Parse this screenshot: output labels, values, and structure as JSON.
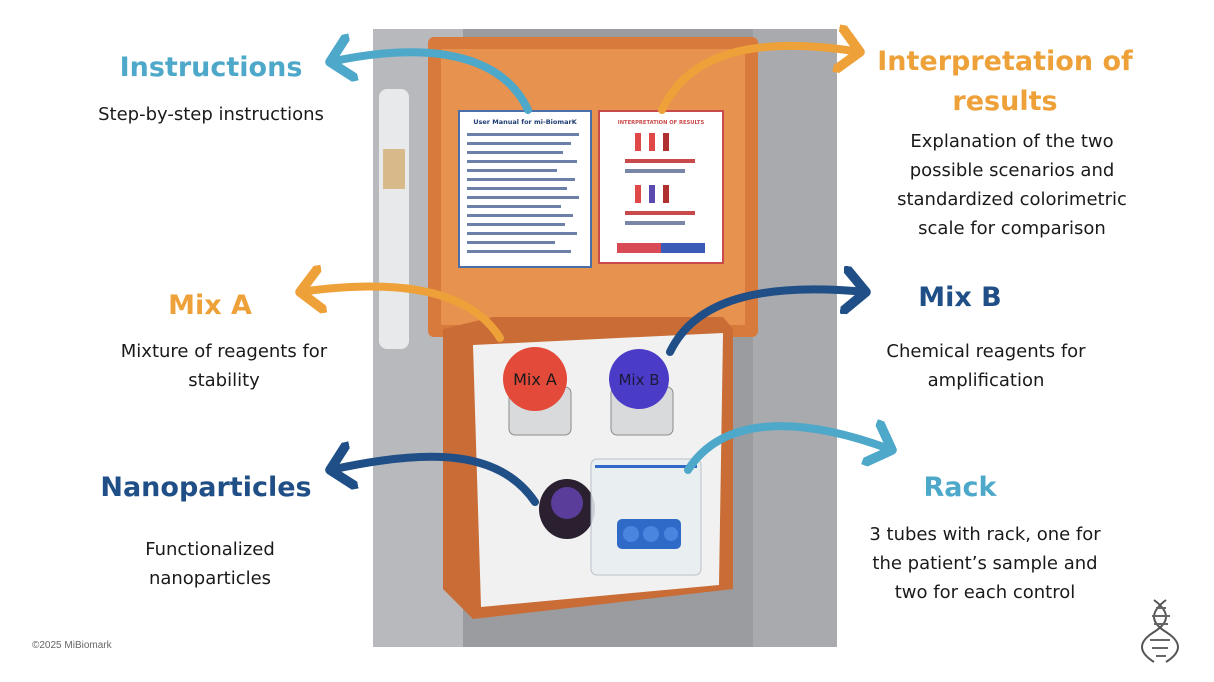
{
  "labels": {
    "instructions": {
      "title": "Instructions",
      "description": "Step-by-step instructions"
    },
    "interpretation": {
      "title_line1": "Interpretation of",
      "title_line2": "results",
      "description_lines": [
        "Explanation of the two",
        "possible scenarios and",
        "standardized colorimetric",
        "scale for comparison"
      ]
    },
    "mix_a": {
      "title": "Mix A",
      "description_lines": [
        "Mixture of reagents for",
        "stability"
      ]
    },
    "mix_b": {
      "title": "Mix B",
      "description_lines": [
        "Chemical reagents for",
        "amplification"
      ]
    },
    "nanoparticles": {
      "title": "Nanoparticles",
      "description_lines": [
        "Functionalized",
        "nanoparticles"
      ]
    },
    "rack": {
      "title": "Rack",
      "description_lines": [
        "3 tubes with rack, one for",
        "the patient’s sample and",
        "two for each control"
      ]
    }
  },
  "photo": {
    "manual_title": "User Manual for mi-BiomarK",
    "interpretation_title": "INTERPRETATION OF RESULTS",
    "bottle_a_label": "Mix A",
    "bottle_b_label": "Mix B"
  },
  "footer": {
    "copyright": "©2025 MiBiomark"
  },
  "colors": {
    "orange": "#eea138",
    "light_blue": "#4da8c9",
    "dark_blue": "#1f4f86",
    "box_orange": "#e08a4a"
  },
  "icons": [
    "dna-helix-icon",
    "arrow-icon"
  ]
}
